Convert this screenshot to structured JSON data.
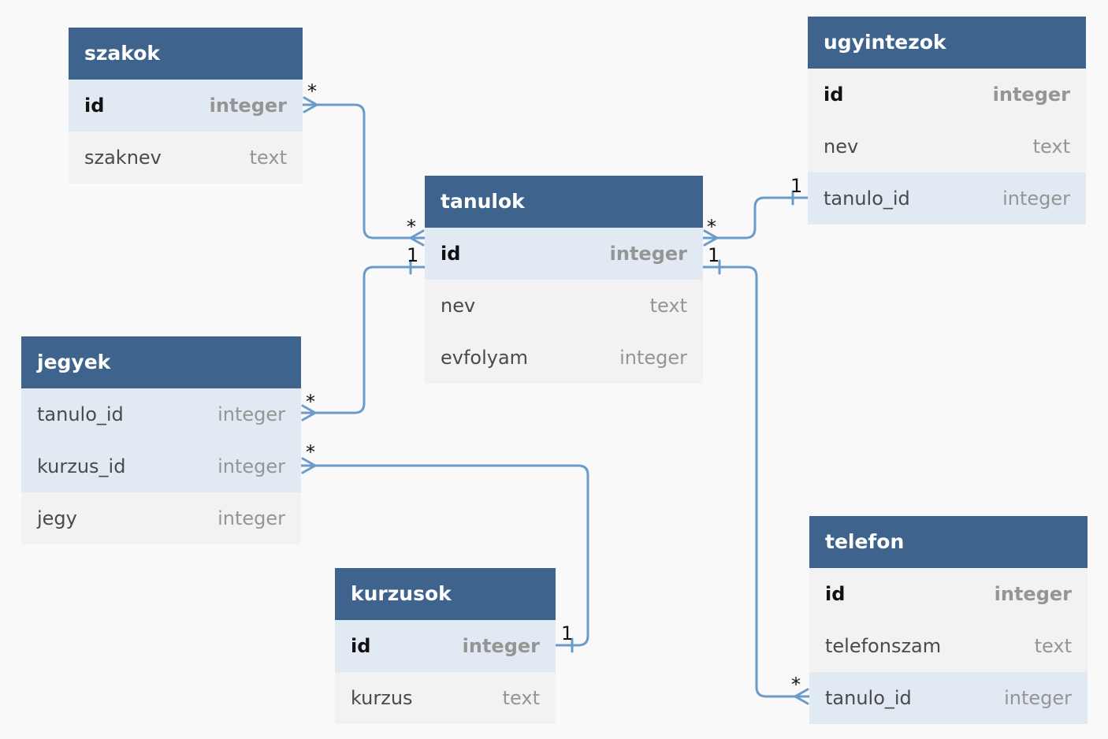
{
  "tables": [
    {
      "key": "szakok",
      "name": "szakok",
      "fields": [
        {
          "name": "id",
          "type": "integer",
          "pk": true,
          "highlight": true
        },
        {
          "name": "szaknev",
          "type": "text",
          "pk": false,
          "highlight": false
        }
      ]
    },
    {
      "key": "ugyintezok",
      "name": "ugyintezok",
      "fields": [
        {
          "name": "id",
          "type": "integer",
          "pk": true,
          "highlight": false
        },
        {
          "name": "nev",
          "type": "text",
          "pk": false,
          "highlight": false
        },
        {
          "name": "tanulo_id",
          "type": "integer",
          "pk": false,
          "highlight": true
        }
      ]
    },
    {
      "key": "tanulok",
      "name": "tanulok",
      "fields": [
        {
          "name": "id",
          "type": "integer",
          "pk": true,
          "highlight": true
        },
        {
          "name": "nev",
          "type": "text",
          "pk": false,
          "highlight": false
        },
        {
          "name": "evfolyam",
          "type": "integer",
          "pk": false,
          "highlight": false
        }
      ]
    },
    {
      "key": "jegyek",
      "name": "jegyek",
      "fields": [
        {
          "name": "tanulo_id",
          "type": "integer",
          "pk": false,
          "highlight": true
        },
        {
          "name": "kurzus_id",
          "type": "integer",
          "pk": false,
          "highlight": true
        },
        {
          "name": "jegy",
          "type": "integer",
          "pk": false,
          "highlight": false
        }
      ]
    },
    {
      "key": "kurzusok",
      "name": "kurzusok",
      "fields": [
        {
          "name": "id",
          "type": "integer",
          "pk": true,
          "highlight": true
        },
        {
          "name": "kurzus",
          "type": "text",
          "pk": false,
          "highlight": false
        }
      ]
    },
    {
      "key": "telefon",
      "name": "telefon",
      "fields": [
        {
          "name": "id",
          "type": "integer",
          "pk": true,
          "highlight": false
        },
        {
          "name": "telefonszam",
          "type": "text",
          "pk": false,
          "highlight": false
        },
        {
          "name": "tanulo_id",
          "type": "integer",
          "pk": false,
          "highlight": true
        }
      ]
    }
  ],
  "relations": [
    {
      "key": "szakok-tanulok",
      "from": "szakok.id",
      "from_card": "*",
      "to": "tanulok.id",
      "to_card": "*"
    },
    {
      "key": "tanulok-ugyintezok",
      "from": "tanulok.id",
      "from_card": "*",
      "to": "ugyintezok.tanulo_id",
      "to_card": "1"
    },
    {
      "key": "tanulok-jegyek",
      "from": "tanulok.id",
      "from_card": "1",
      "to": "jegyek.tanulo_id",
      "to_card": "*"
    },
    {
      "key": "tanulok-telefon",
      "from": "tanulok.id",
      "from_card": "1",
      "to": "telefon.tanulo_id",
      "to_card": "*"
    },
    {
      "key": "kurzusok-jegyek",
      "from": "kurzusok.id",
      "from_card": "1",
      "to": "jegyek.kurzus_id",
      "to_card": "*"
    }
  ],
  "colors": {
    "header": "#3e638d",
    "row": "#f2f2f2",
    "row_highlight": "#e1eaf2",
    "line": "#6b9bc9",
    "background": "#f9f9f9"
  }
}
